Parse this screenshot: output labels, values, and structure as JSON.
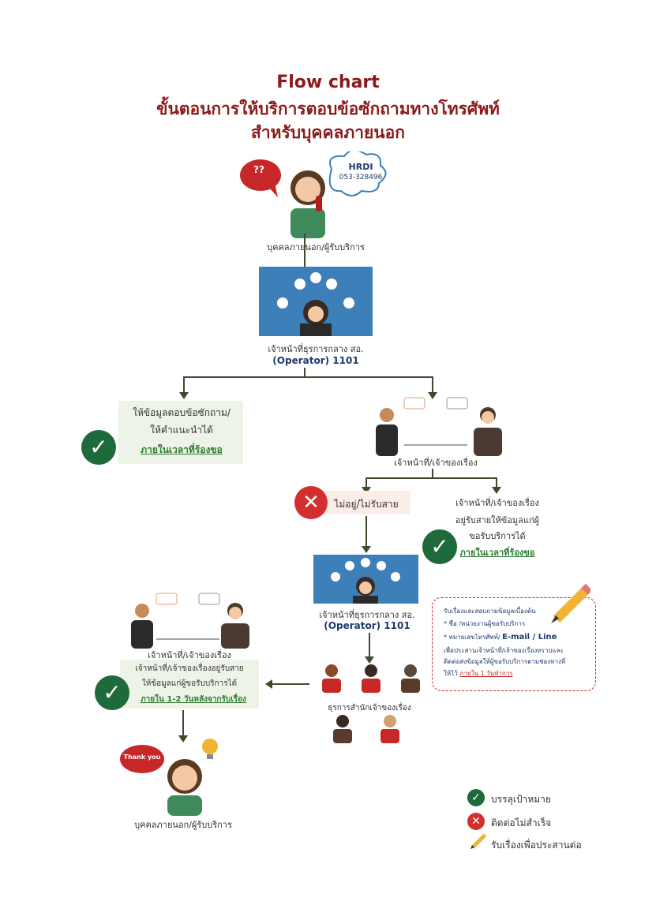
{
  "title": {
    "line1": "Flow chart",
    "line2": "ขั้นตอนการให้บริการตอบข้อซักถามทางโทรศัพท์",
    "line3": "สำหรับบุคคลภายนอก"
  },
  "top": {
    "question_bubble": "??",
    "cloud_org": "HRDI",
    "cloud_phone": "053-328496",
    "caller_label": "บุคคลภายนอก/ผู้รับบริการ"
  },
  "operator1": {
    "label": "เจ้าหน้าที่ธุรการกลาง สอ.",
    "code": "(Operator) 1101"
  },
  "left_branch": {
    "line1": "ให้ข้อมูลตอบข้อซักถาม/",
    "line2": "ให้คำแนะนำได้",
    "line3": "ภายในเวลาที่ร้องขอ"
  },
  "staff_top_label": "เจ้าหน้าที่/เจ้าของเรื่อง",
  "not_available": "ไม่อยู่/ไม่รับสาย",
  "available": {
    "line1": "เจ้าหน้าที่/เจ้าของเรื่อง",
    "line2": "อยู่รับสายให้ข้อมูลแก่ผู้",
    "line3": "ขอรับบริการได้",
    "line4": "ภายในเวลาที่ร้องขอ"
  },
  "operator2": {
    "label": "เจ้าหน้าที่ธุรการกลาง สอ.",
    "code": "(Operator) 1101"
  },
  "note": {
    "line1": "รับเรื่องและสอบถามข้อมูลเบื้องต้น",
    "line2": "* ชื่อ /หน่วยงานผู้ขอรับบริการ",
    "line3a": "* หมายเลขโทรศัพท์/",
    "line3b": "E-mail / Line",
    "line4": "เพื่อประสานเจ้าหน้าที่/เจ้าของเรื่องทราบและ",
    "line5": "ติดต่อส่งข้อมูลให้ผู้ขอรับบริการตามช่องทางที่",
    "line6a": "ให้ไว้",
    "line6b": "ภายใน 1 วันทำการ"
  },
  "office_label": "ธุรการสำนักเจ้าของเรื่อง",
  "staff_bottom_label": "เจ้าหน้าที่/เจ้าของเรื่อง",
  "callback": {
    "line1": "เจ้าหน้าที่/เจ้าของเรื่องอยู่รับสาย",
    "line2": "ให้ข้อมูลแก่ผู้ขอรับบริการได้",
    "line3": "ภายใน 1-2 วันหลังจากรับเรื่อง"
  },
  "thanks_bubble": "Thank you",
  "bottom_caller_label": "บุคคลภายนอก/ผู้รับบริการ",
  "legend": {
    "achieved": "บรรลุเป้าหมาย",
    "failed": "ติดต่อไม่สำเร็จ",
    "forward": "รับเรื่องเพื่อประสานต่อ"
  },
  "colors": {
    "title": "#8b1a1a",
    "check": "#1f6a3a",
    "cross": "#d32f2f",
    "panel": "#3d7fb8",
    "arrow": "#3e4a2e"
  }
}
